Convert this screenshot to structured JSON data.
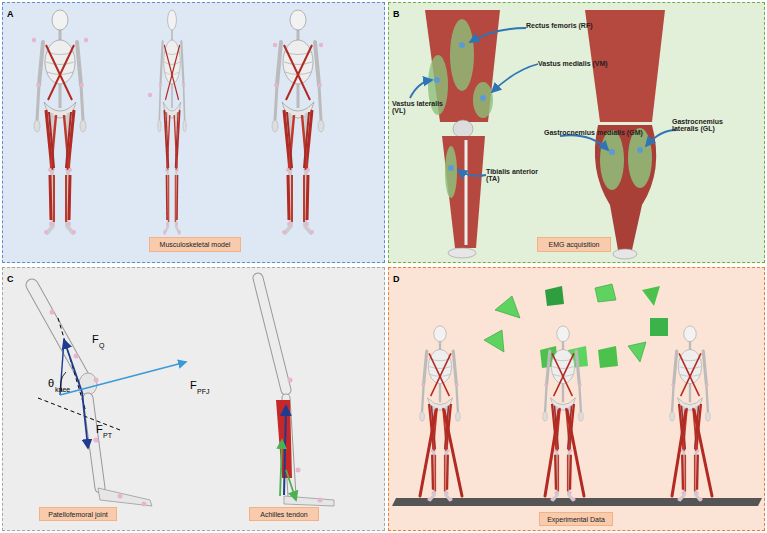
{
  "diagram": {
    "nodes": [
      {
        "text": [
          "A"
        ]
      },
      {
        "text": [
          "Musculoskeletal model"
        ],
        "in": 0
      },
      {
        "text": [
          "B"
        ]
      },
      {
        "text": [
          "EMG acquisition"
        ],
        "in": 2
      },
      {
        "text": [
          "C"
        ]
      },
      {
        "text": [
          "Patellofemoral joint"
        ],
        "in": 4
      },
      {
        "text": [
          "Achilles tendon"
        ],
        "in": 4
      },
      {
        "text": [
          "D"
        ]
      },
      {
        "text": [
          "Experimental Data"
        ],
        "in": 7
      }
    ],
    "labels": [
      "Rectus femoris (RF)",
      "Vastus medialis (VM)",
      "Vastus lateralis (VL)",
      "Tibialis anterior (TA)",
      "Gastrocnemius medialis (GM)",
      "Gastrocnemius lateralis (GL)",
      "F",
      "Q",
      "F",
      "PFJ",
      "θ",
      "knee",
      "F",
      "PT"
    ]
  }
}
